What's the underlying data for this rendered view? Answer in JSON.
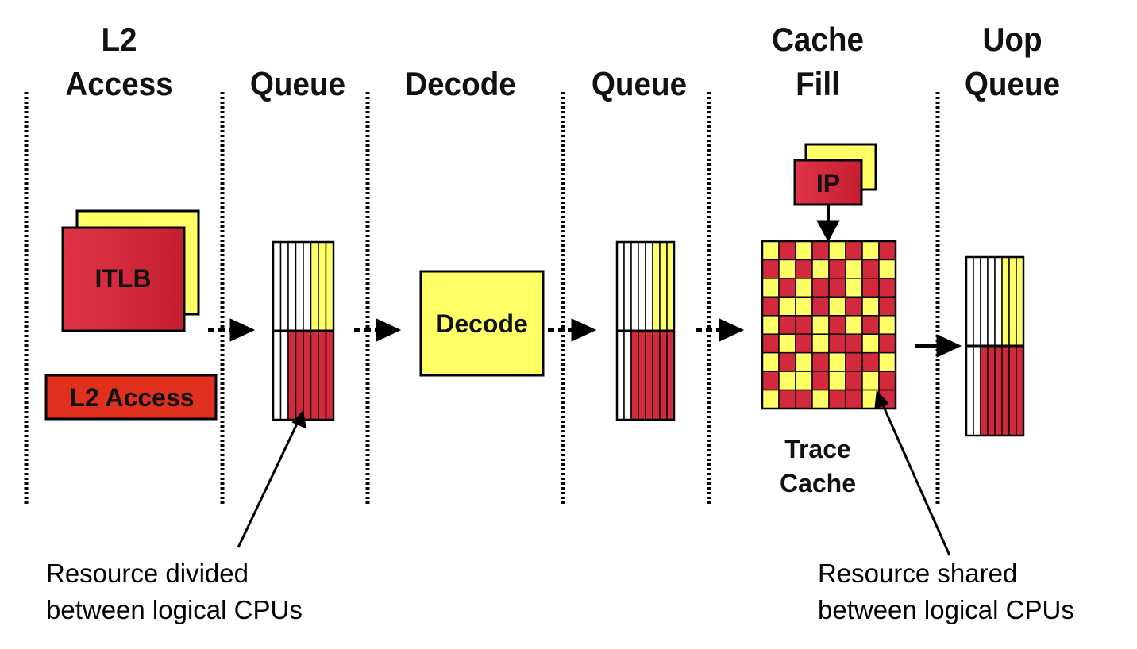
{
  "stages": [
    {
      "line1": "L2",
      "line2": "Access"
    },
    {
      "line1": "",
      "line2": "Queue"
    },
    {
      "line1": "",
      "line2": "Decode"
    },
    {
      "line1": "",
      "line2": "Queue"
    },
    {
      "line1": "Cache",
      "line2": "Fill"
    },
    {
      "line1": "Uop",
      "line2": "Queue"
    }
  ],
  "boxes": {
    "itlb": "ITLB",
    "l2_access": "L2 Access",
    "decode": "Decode",
    "ip": "IP",
    "trace_cache_line1": "Trace",
    "trace_cache_line2": "Cache"
  },
  "captions": {
    "divided_line1": "Resource divided",
    "divided_line2": "between logical CPUs",
    "shared_line1": "Resource shared",
    "shared_line2": "between logical CPUs"
  },
  "colors": {
    "red": "#d22a3c",
    "red_bright": "#e0301e",
    "yellow": "#ffff66",
    "black": "#000000"
  }
}
